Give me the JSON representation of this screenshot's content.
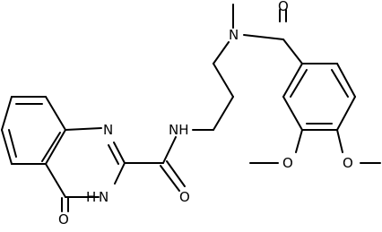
{
  "structure": {
    "bond_color": "#000000",
    "background": "#ffffff",
    "atom_labels": {
      "carbonyl_o_top": "O",
      "n_methyl": "N",
      "methoxy_o_left": "O",
      "methoxy_o_right": "O",
      "amide_nh": "NH",
      "amide_o": "O",
      "quinazoline_n_top": "N",
      "quinazoline_nh": "N",
      "quinazoline_nh_h": "H",
      "quinazolinone_o": "O"
    }
  }
}
